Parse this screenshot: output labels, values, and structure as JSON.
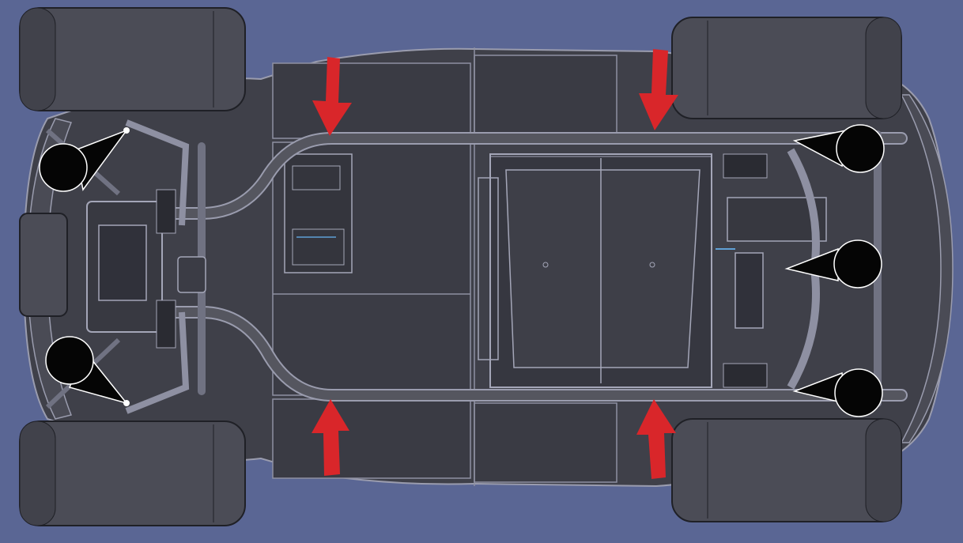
{
  "colors": {
    "background": "#5a6694",
    "body_fill": "#3f4049",
    "body_dark": "#33343c",
    "tire": "#4b4c56",
    "tire_shade": "#41424b",
    "rail": "#55565f",
    "edge": "#9a9cae",
    "arrow": "#d9262a",
    "marker": "#050505"
  },
  "tires": [
    {
      "position": "front-left"
    },
    {
      "position": "front-right"
    },
    {
      "position": "rear-left"
    },
    {
      "position": "rear-right"
    }
  ],
  "lift_arrows": [
    {
      "position": "front-left",
      "direction": "down"
    },
    {
      "position": "front-right",
      "direction": "down"
    },
    {
      "position": "rear-left",
      "direction": "up"
    },
    {
      "position": "rear-right",
      "direction": "up"
    }
  ],
  "jack_point_markers": [
    {
      "position": "left-top",
      "points": "right"
    },
    {
      "position": "left-bottom",
      "points": "right"
    },
    {
      "position": "right-top",
      "points": "left"
    },
    {
      "position": "right-middle",
      "points": "left"
    },
    {
      "position": "right-bottom",
      "points": "left"
    }
  ]
}
